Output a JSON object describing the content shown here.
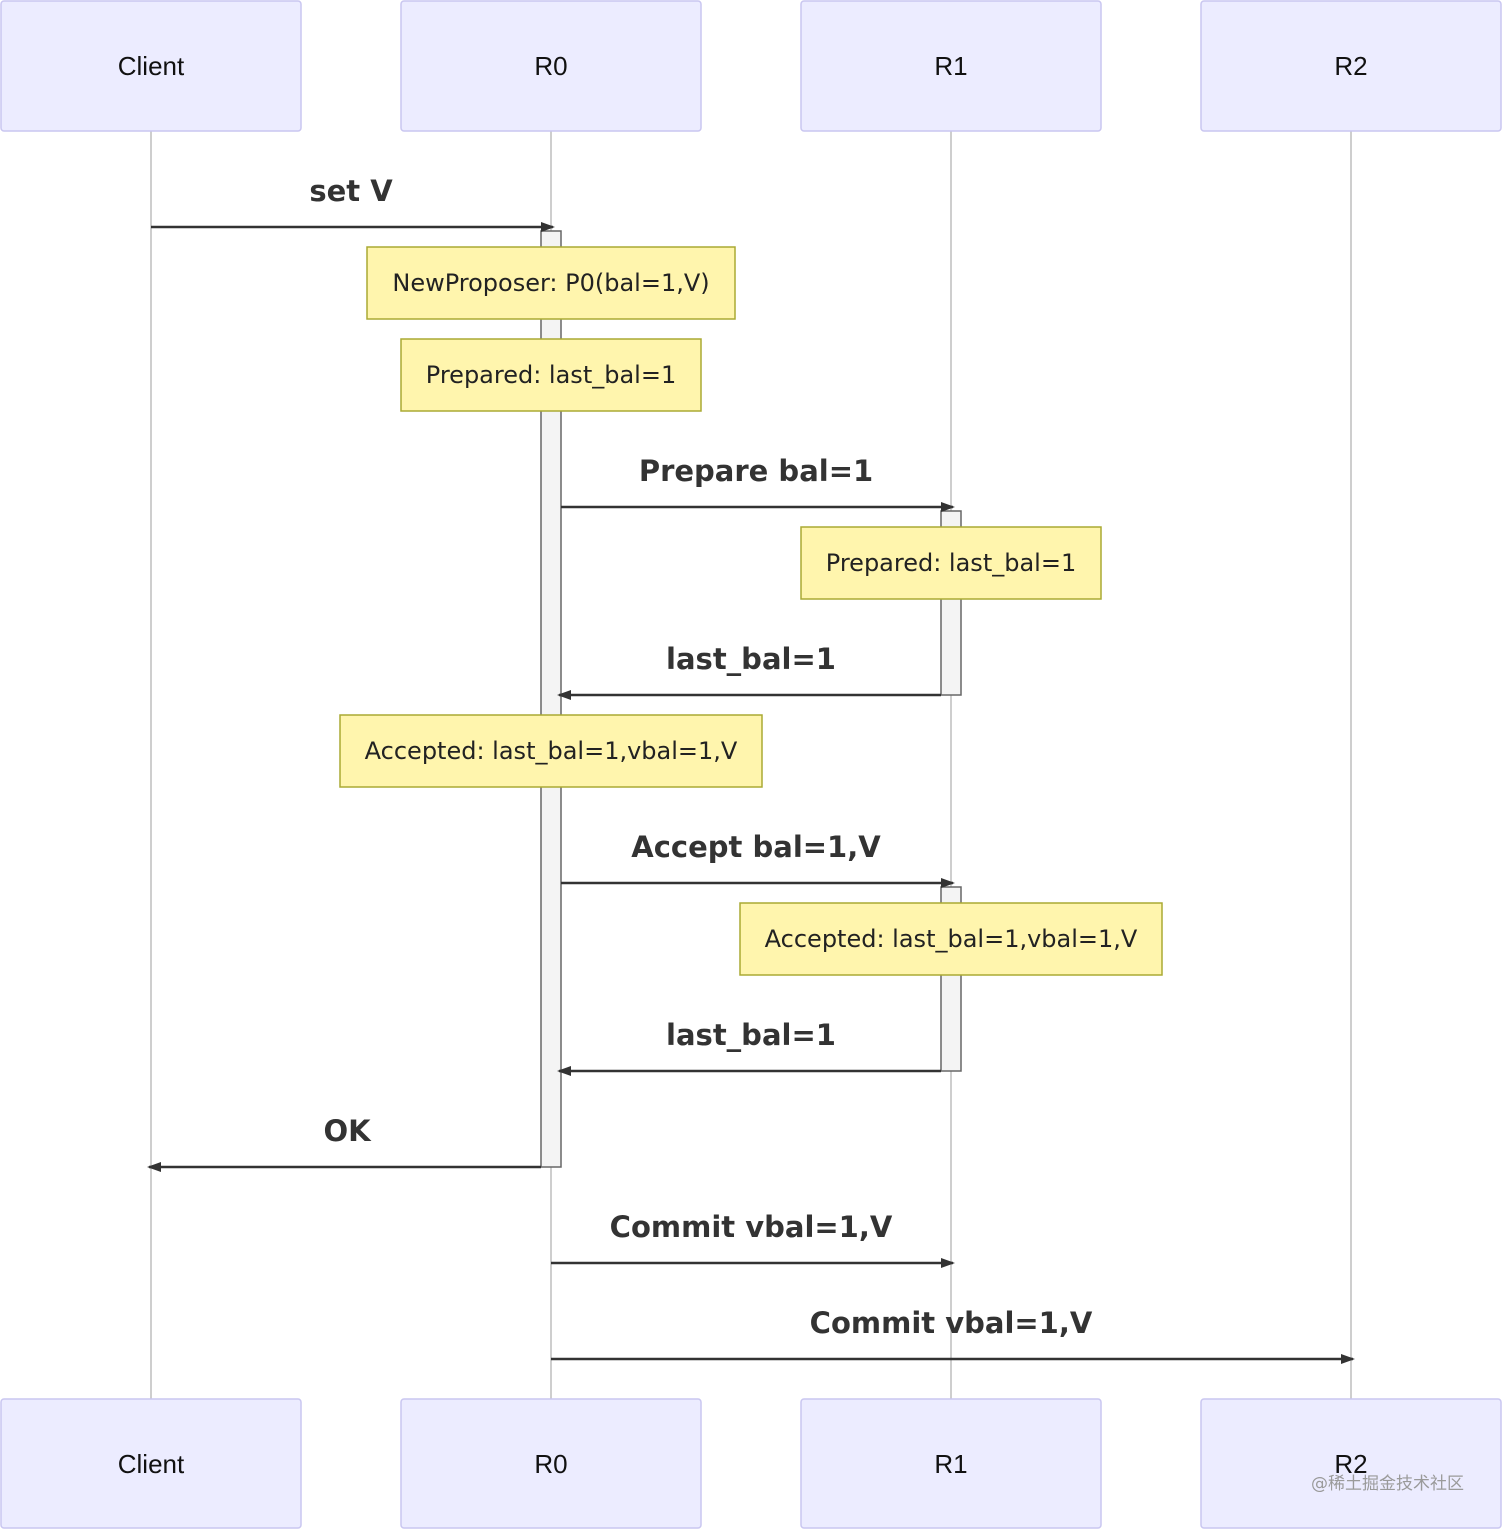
{
  "participants": {
    "client": "Client",
    "r0": "R0",
    "r1": "R1",
    "r2": "R2"
  },
  "messages": {
    "m1": "set V",
    "m2": "Prepare bal=1",
    "m3": "last_bal=1",
    "m4": "Accept bal=1,V",
    "m5": "last_bal=1",
    "m6": "OK",
    "m7": "Commit vbal=1,V",
    "m8": "Commit vbal=1,V"
  },
  "notes": {
    "n1": "NewProposer: P0(bal=1,V)",
    "n2": "Prepared: last_bal=1",
    "n3": "Prepared: last_bal=1",
    "n4": "Accepted: last_bal=1,vbal=1,V",
    "n5": "Accepted: last_bal=1,vbal=1,V"
  },
  "watermark": "@稀土掘金技术社区",
  "colors": {
    "actor_fill": "#ECECFF",
    "actor_border": "#C9C6F0",
    "note_fill": "#FFF5AD",
    "note_border": "#AAAA33",
    "arrow": "#333333"
  }
}
